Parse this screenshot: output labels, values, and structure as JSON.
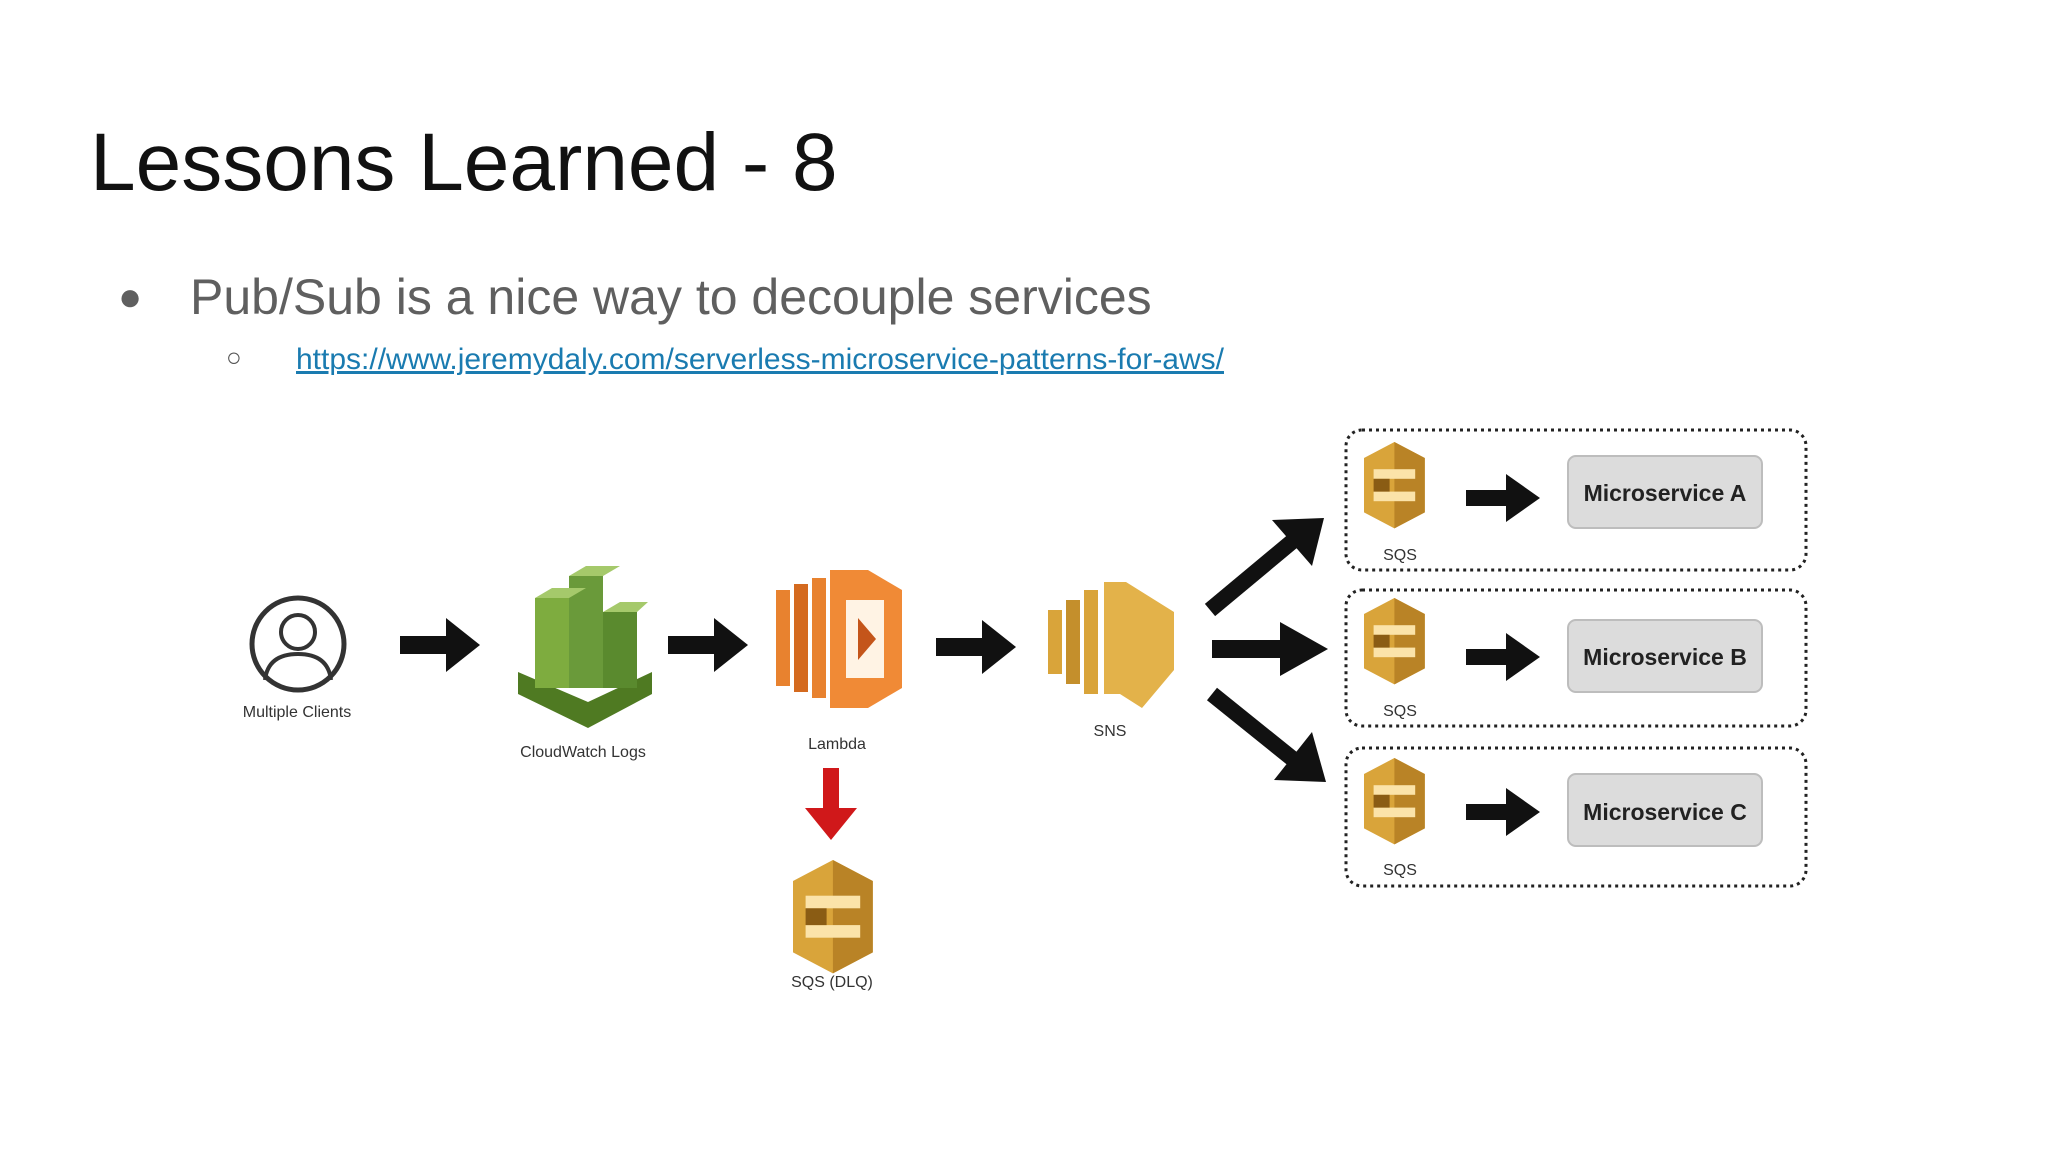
{
  "slide": {
    "title": "Lessons Learned - 8",
    "bullet": "Pub/Sub is a nice way to decouple services",
    "link": "https://www.jeremydaly.com/serverless-microservice-patterns-for-aws/"
  },
  "diagram": {
    "nodes": {
      "clients": "Multiple Clients",
      "cloudwatch": "CloudWatch Logs",
      "lambda": "Lambda",
      "sns": "SNS",
      "dlq": "SQS (DLQ)",
      "sqs_a": "SQS",
      "sqs_b": "SQS",
      "sqs_c": "SQS",
      "ms_a": "Microservice A",
      "ms_b": "Microservice B",
      "ms_c": "Microservice C"
    },
    "colors": {
      "cloudwatch": "#6a9a3a",
      "lambda": "#e8822f",
      "sns": "#d9a43a",
      "sqs": "#d9a43a",
      "error_arrow": "#d0181a",
      "arrow": "#111111"
    }
  }
}
